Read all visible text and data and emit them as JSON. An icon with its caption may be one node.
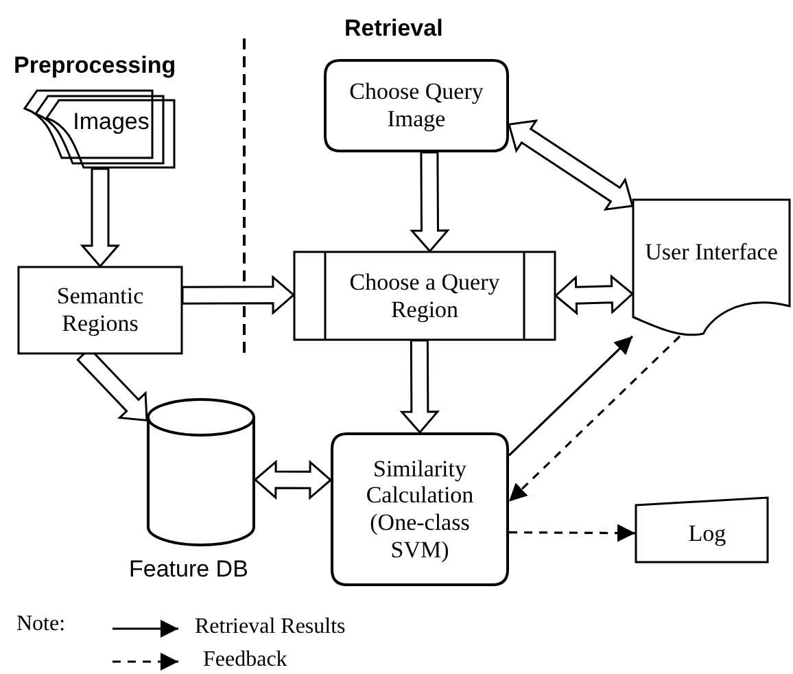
{
  "diagram": {
    "nodes": [
      {
        "text": [
          "Images"
        ]
      },
      {
        "text": [
          "Semantic Regions"
        ]
      },
      {
        "text": [
          "Choose Query Image"
        ]
      },
      {
        "text": [
          "Choose a Query Region"
        ]
      },
      {
        "text": [
          "User Interface"
        ]
      },
      {
        "text": [],
        "shape": "cylinder",
        "beside": [
          "Feature DB"
        ]
      },
      {
        "text": [
          "Similarity Calculation (One-class SVM)"
        ]
      },
      {
        "text": [
          "Log"
        ]
      }
    ],
    "edges": [
      {
        "from": 0,
        "to": 1,
        "arrow": "to",
        "style": "thick"
      },
      {
        "from": 1,
        "to": 3,
        "arrow": "to",
        "style": "thick"
      },
      {
        "from": 2,
        "to": 3,
        "arrow": "to",
        "style": "thick"
      },
      {
        "from": 2,
        "to": 4,
        "arrow": "both",
        "style": "thick"
      },
      {
        "from": 3,
        "to": 4,
        "arrow": "both",
        "style": "thick"
      },
      {
        "from": 1,
        "to": 5,
        "arrow": "to",
        "style": "thick"
      },
      {
        "from": 3,
        "to": 6,
        "arrow": "to",
        "style": "thick"
      },
      {
        "from": 5,
        "to": 6,
        "arrow": "both",
        "style": "thick"
      },
      {
        "from": 6,
        "to": 4,
        "arrow": "to"
      },
      {
        "from": 4,
        "to": 6,
        "arrow": "to",
        "style": "dashed"
      },
      {
        "from": 6,
        "to": 7,
        "arrow": "to",
        "style": "dashed"
      }
    ],
    "labels": [
      "Preprocessing",
      "Retrieval",
      "Note:"
    ],
    "legend": [
      {
        "text": "Retrieval Results"
      },
      {
        "text": "Feedback"
      }
    ]
  }
}
